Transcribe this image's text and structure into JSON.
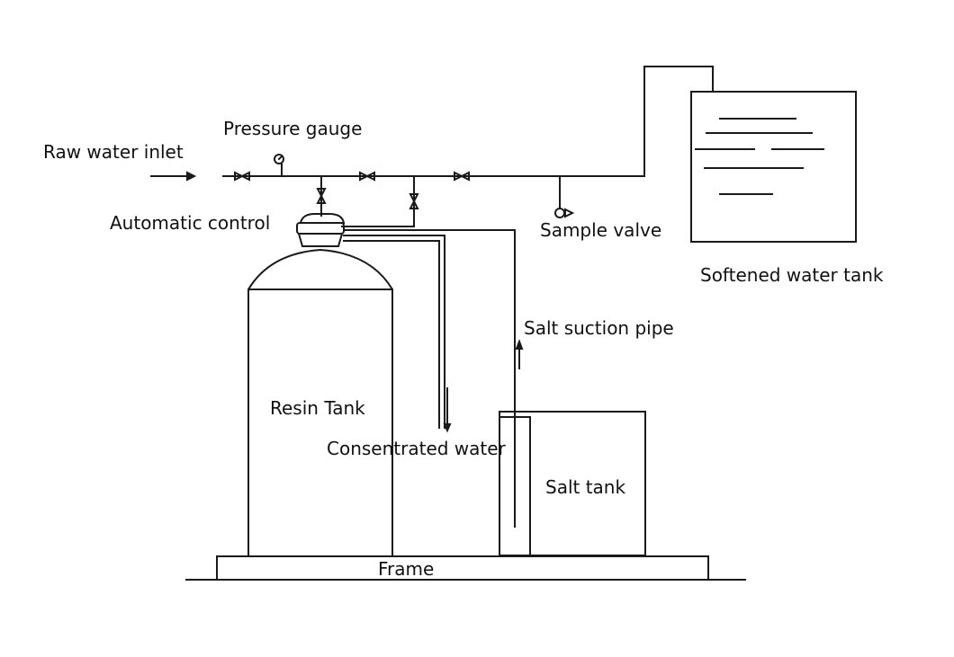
{
  "labels": {
    "raw_water_inlet": "Raw water inlet",
    "pressure_gauge": "Pressure gauge",
    "automatic_control": "Automatic control",
    "sample_valve": "Sample valve",
    "softened_water_tank": "Softened water tank",
    "salt_suction_pipe": "Salt suction pipe",
    "resin_tank": "Resin Tank",
    "concentrated_water": "Consentrated water",
    "salt_tank": "Salt tank",
    "frame": "Frame"
  },
  "colors": {
    "line": "#1a1a1a",
    "background": "#ffffff"
  }
}
